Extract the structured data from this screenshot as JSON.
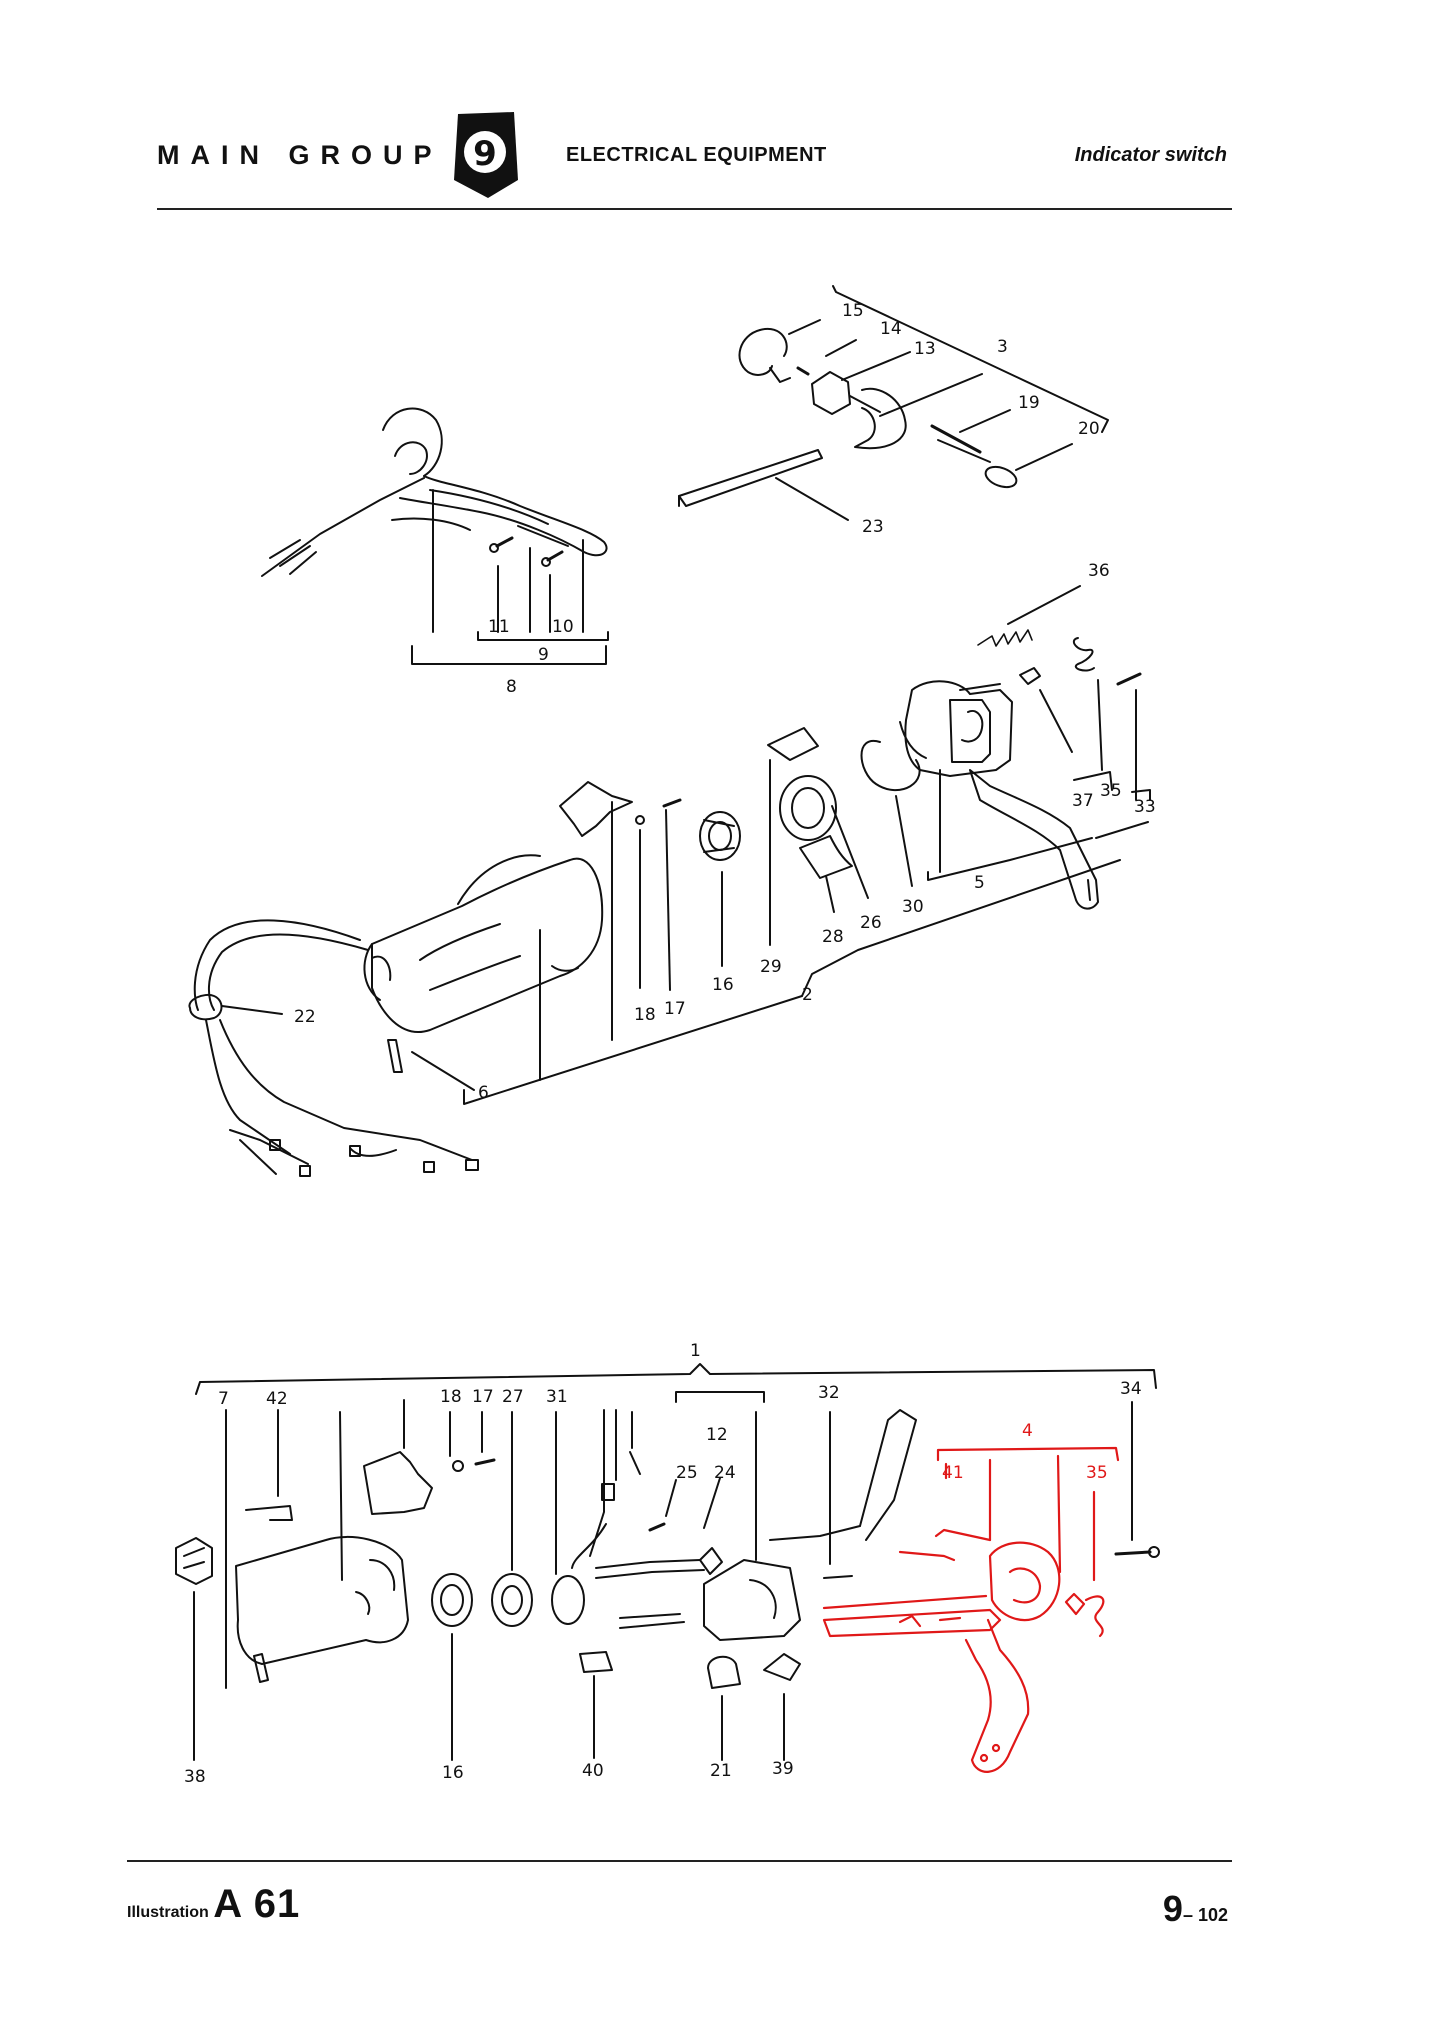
{
  "header": {
    "main_group": "MAIN GROUP",
    "group_number": "9",
    "section": "ELECTRICAL EQUIPMENT",
    "subsection": "Indicator switch"
  },
  "footer": {
    "illustration_label": "Illustration",
    "illustration_number": "A 61",
    "page_main": "9",
    "page_sub": "– 102"
  },
  "colors": {
    "ink": "#111111",
    "highlight": "#e01818"
  },
  "top_callouts": [
    "15",
    "14",
    "13",
    "3",
    "19",
    "20",
    "23",
    "11",
    "10",
    "9",
    "8",
    "36",
    "37",
    "35",
    "33",
    "5",
    "30",
    "26",
    "28",
    "29",
    "16",
    "17",
    "18",
    "2",
    "22",
    "6"
  ],
  "bottom_callouts": [
    "1",
    "7",
    "42",
    "18",
    "17",
    "27",
    "31",
    "12",
    "25",
    "24",
    "32",
    "34",
    "4",
    "41",
    "35",
    "38",
    "16",
    "40",
    "21",
    "39"
  ],
  "highlighted_callouts": [
    "4",
    "41",
    "35"
  ]
}
